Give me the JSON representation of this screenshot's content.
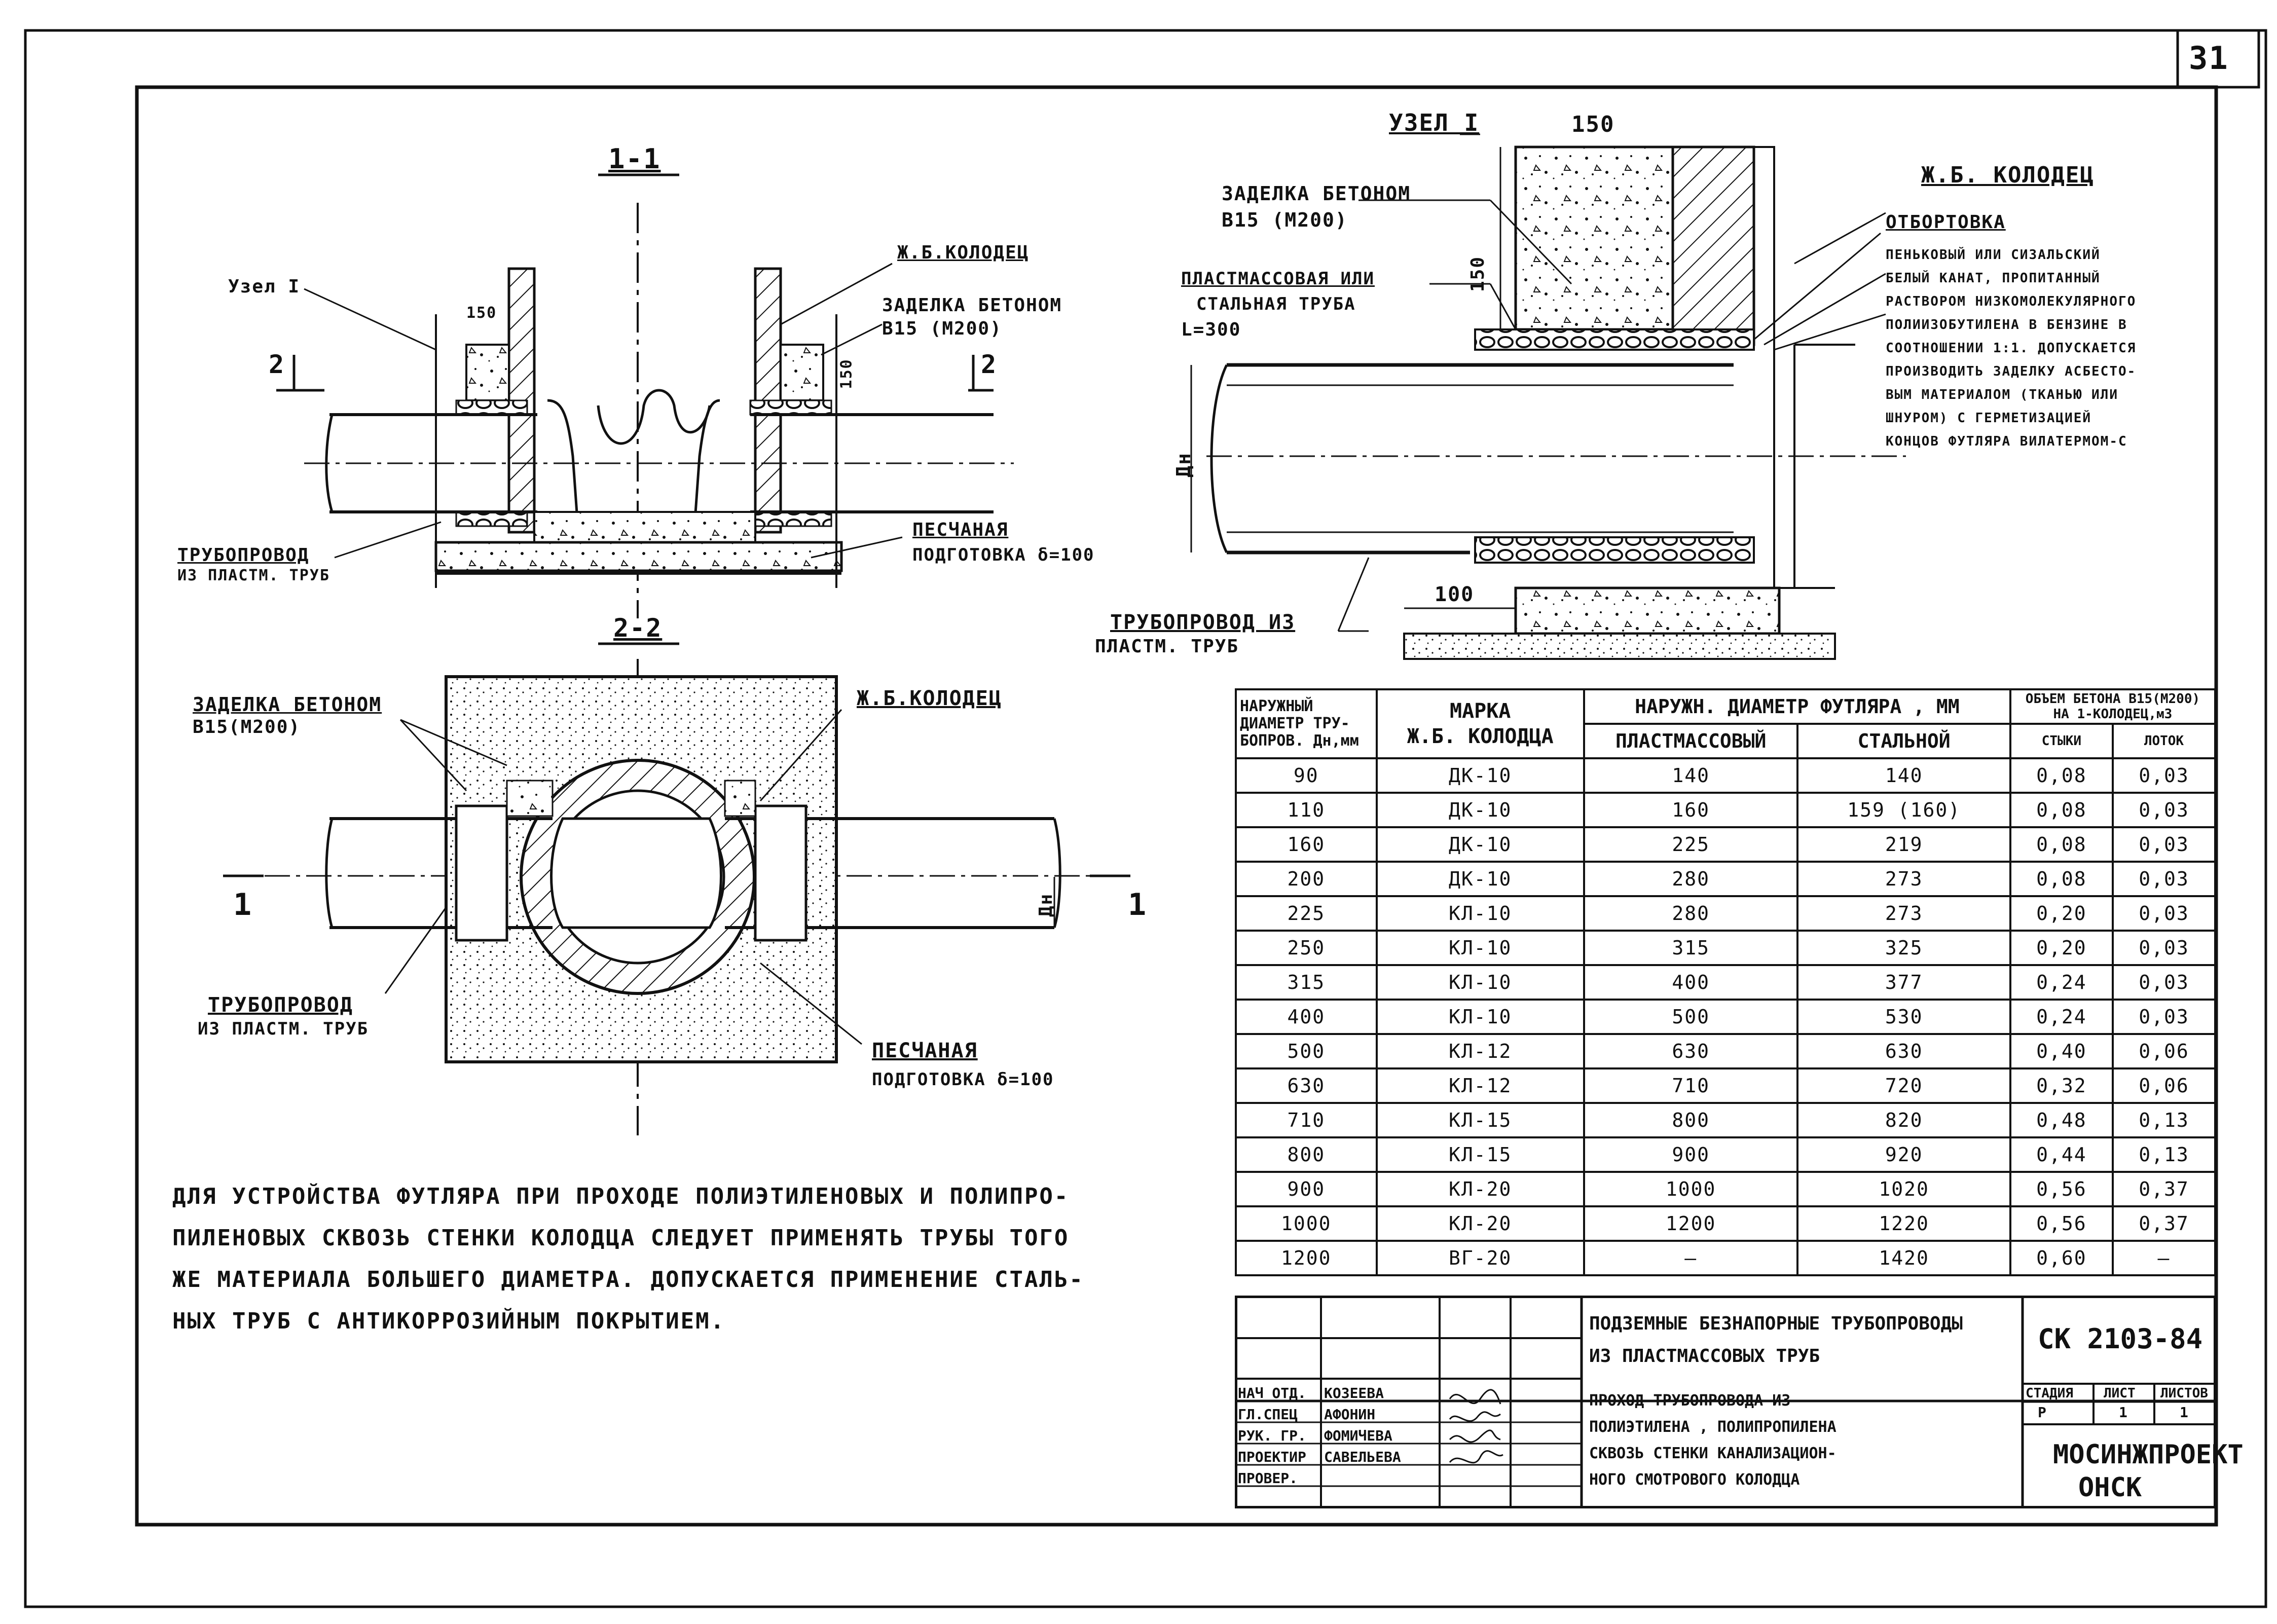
{
  "page_number": "31",
  "section_1_1": {
    "title": "1-1",
    "node_ref": "Узел I",
    "well_label": "Ж.Б.КОЛОДЕЦ",
    "sealing": [
      "ЗАДЕЛКА БЕТОНОМ",
      "В15 (М200)"
    ],
    "dim_150_a": "150",
    "dim_150_b": "150",
    "cut_mark": "2",
    "pipeline": [
      "ТРУБОПРОВОД",
      "ИЗ ПЛАСТМ. ТРУБ"
    ],
    "sand": [
      "ПЕСЧАНАЯ",
      "ПОДГОТОВКА δ=100"
    ]
  },
  "section_2_2": {
    "title": "2-2",
    "sealing": [
      "ЗАДЕЛКА БЕТОНОМ",
      "В15(М200)"
    ],
    "well_label": "Ж.Б.КОЛОДЕЦ",
    "pipeline": [
      "ТРУБОПРОВОД",
      "ИЗ ПЛАСТМ. ТРУБ"
    ],
    "sand": [
      "ПЕСЧАНАЯ",
      "ПОДГОТОВКА δ=100"
    ],
    "cut_mark": "1",
    "dn": "Дн"
  },
  "node_1": {
    "title": "УЗЕЛ I",
    "dim_150_top": "150",
    "dim_150_side": "150",
    "dim_100": "100",
    "sealing": [
      "ЗАДЕЛКА БЕТОНОМ",
      "В15 (М200)"
    ],
    "pipe_case": [
      "ПЛАСТМАССОВАЯ ИЛИ",
      "СТАЛЬНАЯ      ТРУБА",
      "L=300"
    ],
    "well_label": "Ж.Б. КОЛОДЕЦ",
    "flanging": "ОТБОРТОВКА",
    "rope_note": [
      "ПЕНЬКОВЫЙ ИЛИ СИЗАЛЬСКИЙ",
      "БЕЛЫЙ КАНАТ, ПРОПИТАННЫЙ",
      "РАСТВОРОМ НИЗКОМОЛЕКУЛЯРНОГО",
      "ПОЛИИЗОБУТИЛЕНА В БЕНЗИНЕ В",
      "СООТНОШЕНИИ 1:1. ДОПУСКАЕТСЯ",
      "ПРОИЗВОДИТЬ ЗАДЕЛКУ АСБЕСТО-",
      "ВЫМ МАТЕРИАЛОМ (ТКАНЬЮ ИЛИ",
      "ШНУРОМ) С ГЕРМЕТИЗАЦИЕЙ",
      "КОНЦОВ ФУТЛЯРА ВИЛАТЕРМОМ-С"
    ],
    "pipeline": [
      "ТРУБОПРОВОД ИЗ",
      "ПЛАСТМ. ТРУБ"
    ],
    "dn": "Дн"
  },
  "note": [
    "ДЛЯ УСТРОЙСТВА  ФУТЛЯРА  ПРИ  ПРОХОДЕ  ПОЛИЭТИЛЕНОВЫХ  И  ПОЛИПРО-",
    "ПИЛЕНОВЫХ  СКВОЗЬ  СТЕНКИ  КОЛОДЦА  СЛЕДУЕТ  ПРИМЕНЯТЬ  ТРУБЫ  ТОГО",
    "ЖЕ  МАТЕРИАЛА  БОЛЬШЕГО  ДИАМЕТРА.  ДОПУСКАЕТСЯ  ПРИМЕНЕНИЕ  СТАЛЬ-",
    "НЫХ  ТРУБ  С  АНТИКОРРОЗИЙНЫМ  ПОКРЫТИЕМ."
  ],
  "table": {
    "headers": {
      "col1": [
        "НАРУЖНЫЙ",
        "ДИАМЕТР ТРУ-",
        "БОПРОВ. Дн,мм"
      ],
      "col2": [
        "МАРКА",
        "Ж.Б. КОЛОДЦА"
      ],
      "col3": "НАРУЖН. ДИАМЕТР ФУТЛЯРА , ММ",
      "col3a": "ПЛАСТМАССОВЫЙ",
      "col3b": "СТАЛЬНОЙ",
      "col4": [
        "ОБЪЕМ БЕТОНА В15(М200)",
        "НА 1-КОЛОДЕЦ,м3"
      ],
      "col4a": "СТЫКИ",
      "col4b": "ЛОТОК"
    },
    "rows": [
      [
        "90",
        "ДК-10",
        "140",
        "140",
        "0,08",
        "0,03"
      ],
      [
        "110",
        "ДК-10",
        "160",
        "159 (160)",
        "0,08",
        "0,03"
      ],
      [
        "160",
        "ДК-10",
        "225",
        "219",
        "0,08",
        "0,03"
      ],
      [
        "200",
        "ДК-10",
        "280",
        "273",
        "0,08",
        "0,03"
      ],
      [
        "225",
        "КЛ-10",
        "280",
        "273",
        "0,20",
        "0,03"
      ],
      [
        "250",
        "КЛ-10",
        "315",
        "325",
        "0,20",
        "0,03"
      ],
      [
        "315",
        "КЛ-10",
        "400",
        "377",
        "0,24",
        "0,03"
      ],
      [
        "400",
        "КЛ-10",
        "500",
        "530",
        "0,24",
        "0,03"
      ],
      [
        "500",
        "КЛ-12",
        "630",
        "630",
        "0,40",
        "0,06"
      ],
      [
        "630",
        "КЛ-12",
        "710",
        "720",
        "0,32",
        "0,06"
      ],
      [
        "710",
        "КЛ-15",
        "800",
        "820",
        "0,48",
        "0,13"
      ],
      [
        "800",
        "КЛ-15",
        "900",
        "920",
        "0,44",
        "0,13"
      ],
      [
        "900",
        "КЛ-20",
        "1000",
        "1020",
        "0,56",
        "0,37"
      ],
      [
        "1000",
        "КЛ-20",
        "1200",
        "1220",
        "0,56",
        "0,37"
      ],
      [
        "1200",
        "ВГ-20",
        "—",
        "1420",
        "0,60",
        "—"
      ]
    ]
  },
  "stamp": {
    "project_title": [
      "ПОДЗЕМНЫЕ БЕЗНАПОРНЫЕ ТРУБОПРОВОДЫ",
      "ИЗ ПЛАСТМАССОВЫХ ТРУБ"
    ],
    "code": "СК 2103-84",
    "roles": [
      "НАЧ ОТД.",
      "ГЛ.СПЕЦ",
      "РУК. ГР.",
      "ПРОЕКТИР",
      "ПРОВЕР."
    ],
    "names": [
      "КОЗЕЕВА",
      "АФОНИН",
      "ФОМИЧЕВА",
      "САВЕЛЬЕВА",
      ""
    ],
    "sheet_title": [
      "ПРОХОД  ТРУБОПРОВОДА  ИЗ",
      "ПОЛИЭТИЛЕНА , ПОЛИПРОПИЛЕНА",
      "СКВОЗЬ  СТЕНКИ  КАНАЛИЗАЦИОН-",
      "НОГО  СМОТРОВОГО  КОЛОДЦА"
    ],
    "stage_hdr": "СТАДИЯ",
    "sheet_hdr": "ЛИСТ",
    "sheets_hdr": "ЛИСТОВ",
    "stage": "Р",
    "sheet": "1",
    "sheets": "1",
    "org": [
      "МОСИНЖПРОЕКТ",
      "ОНСК"
    ]
  }
}
